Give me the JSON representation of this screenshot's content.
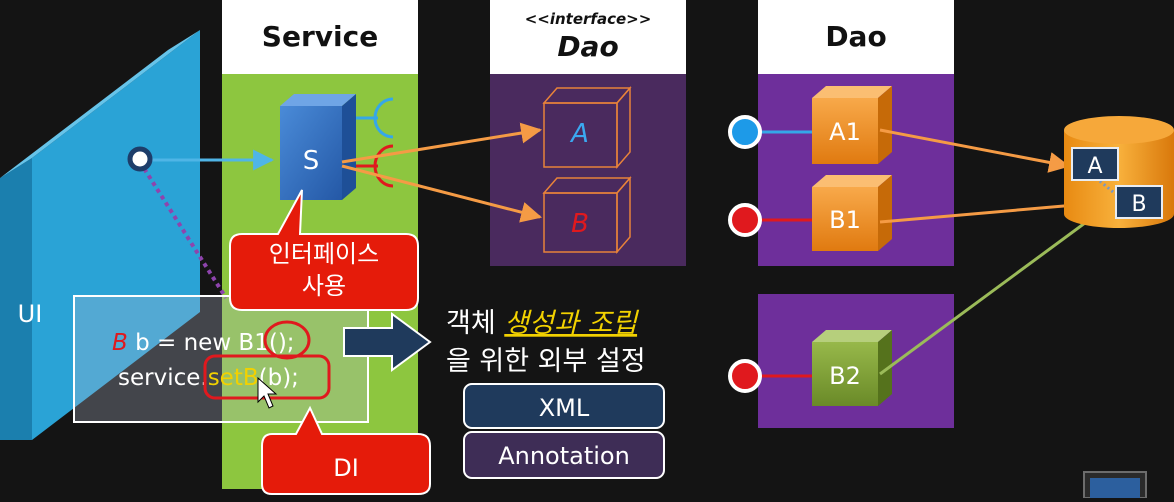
{
  "columns": {
    "service": {
      "title": "Service"
    },
    "dao_interface": {
      "stereotype": "<<interface>>",
      "title": "Dao"
    },
    "dao_impl": {
      "title": "Dao"
    }
  },
  "ui": {
    "label": "UI"
  },
  "service_box": {
    "label": "S"
  },
  "interfaces": [
    {
      "label": "A"
    },
    {
      "label": "B"
    }
  ],
  "implementations": [
    {
      "label": "A1"
    },
    {
      "label": "B1"
    },
    {
      "label": "B2"
    }
  ],
  "database": {
    "tables": [
      {
        "label": "A"
      },
      {
        "label": "B"
      }
    ]
  },
  "callouts": {
    "interface_use": {
      "line1": "인터페이스",
      "line2": "사용"
    },
    "di": "DI"
  },
  "code": {
    "line1_type": "B",
    "line1_rest": " b = new B1();",
    "line2_obj": "service.",
    "line2_method": "setB",
    "line2_args": "(b);"
  },
  "external_config": {
    "line1_plain": "객체 ",
    "line1_highlight": "생성과 조립",
    "line2": "을 위한 외부 설정"
  },
  "config_options": [
    {
      "label": "XML"
    },
    {
      "label": "Annotation"
    }
  ],
  "colors": {
    "background": "#141414",
    "service_panel": "#8DC63F",
    "dao_interface_panel": "#4A2A5E",
    "dao_impl_panel": "#6E2F9B",
    "service_box": "#2F6FC4",
    "impl_orange": "#F0901E",
    "impl_green": "#7E9E35",
    "arrow_orange": "#F59B45",
    "arrow_green": "#9BBB59",
    "ui_blue": "#2AA3D6",
    "callout_red": "#E51B0A",
    "highlight_yellow": "#F2D100",
    "xml_box": "#1F3A5C",
    "annotation_box": "#3E2D56"
  }
}
